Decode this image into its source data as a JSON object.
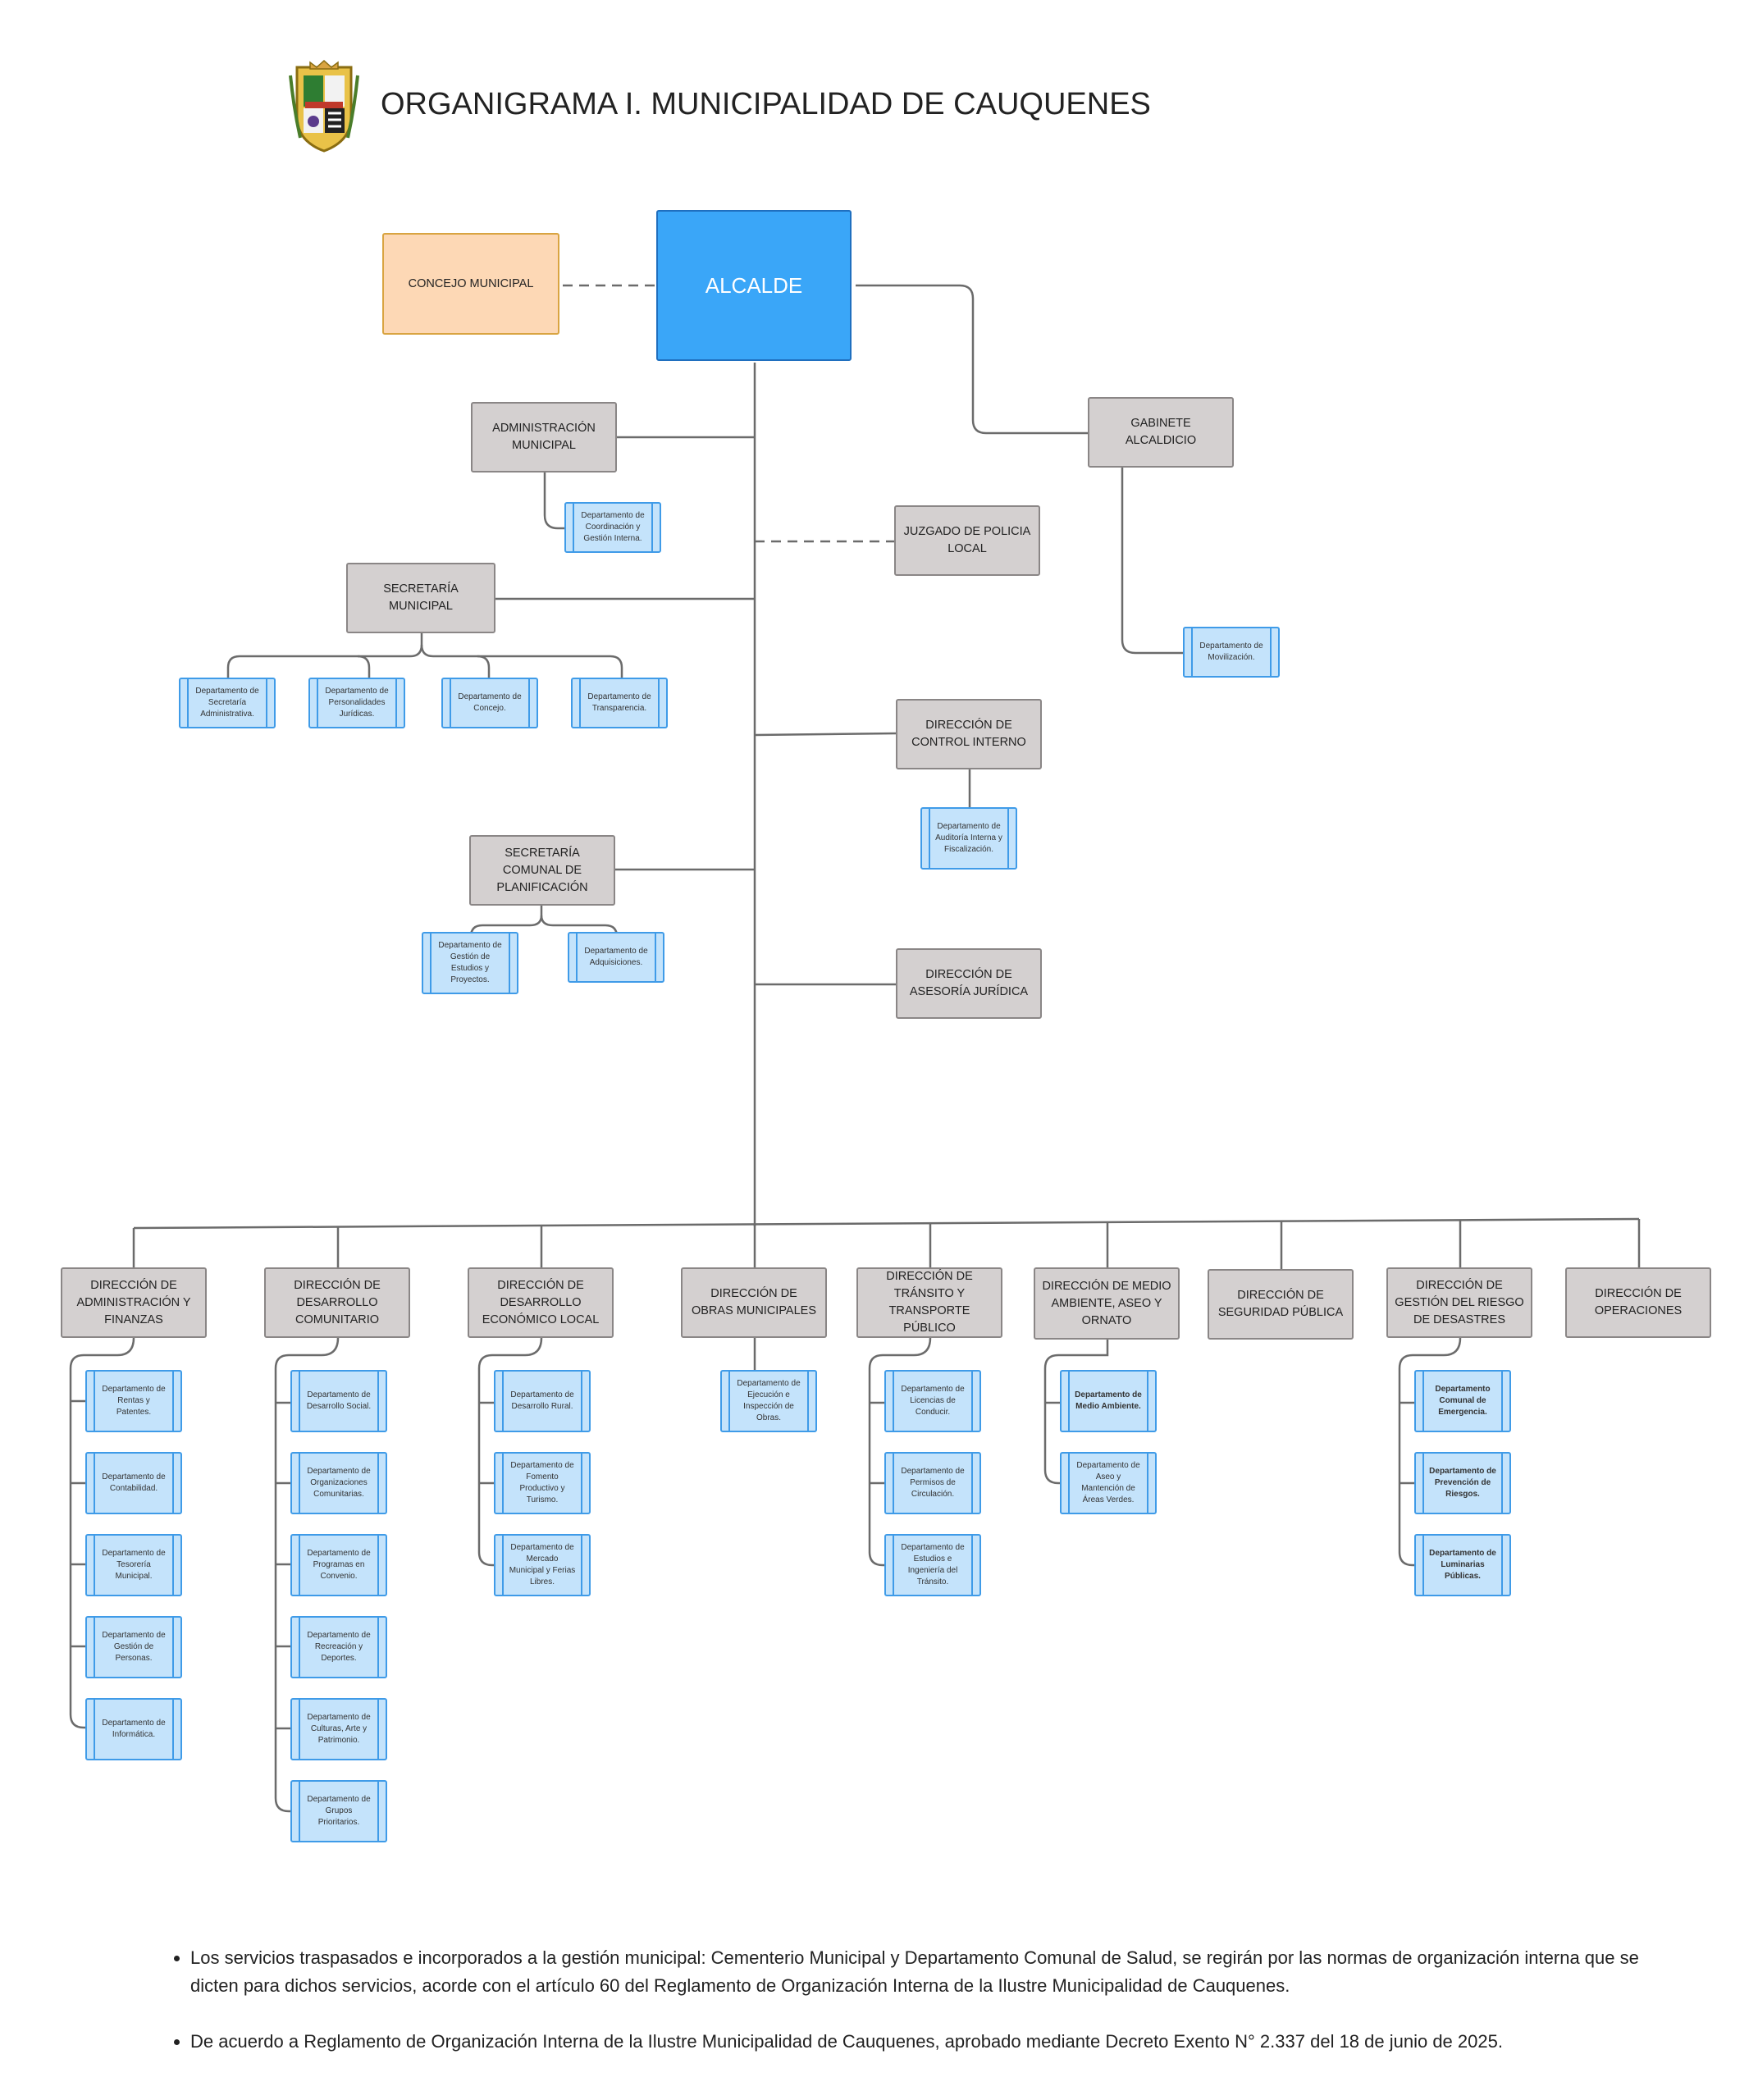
{
  "title": "ORGANIGRAMA I. MUNICIPALIDAD DE CAUQUENES",
  "logo": "crest-icon",
  "colors": {
    "alcalde": "#3aa6f8",
    "concejo": "#fdd8b5",
    "unit": "#d4d0d0",
    "department": "#c4e3fb"
  },
  "alcalde": "ALCALDE",
  "concejo": "CONCEJO MUNICIPAL",
  "gabinete": {
    "label": "GABINETE ALCALDICIO",
    "depts": [
      "Departamento de Movilización."
    ]
  },
  "administracion": {
    "label": "ADMINISTRACIÓN MUNICIPAL",
    "depts": [
      "Departamento de Coordinación y Gestión Interna."
    ]
  },
  "juzgado": "JUZGADO DE POLICIA LOCAL",
  "secretaria": {
    "label": "SECRETARÍA MUNICIPAL",
    "depts": [
      "Departamento de Secretaría Administrativa.",
      "Departamento de Personalidades Jurídicas.",
      "Departamento de Concejo.",
      "Departamento de Transparencia."
    ]
  },
  "control": {
    "label": "DIRECCIÓN DE CONTROL INTERNO",
    "depts": [
      "Departamento de Auditoría Interna y Fiscalización."
    ]
  },
  "secplan": {
    "label": "SECRETARÍA COMUNAL DE PLANIFICACIÓN",
    "depts": [
      "Departamento de Gestión de Estudios y Proyectos.",
      "Departamento de Adquisiciones."
    ]
  },
  "juridica": "DIRECCIÓN DE ASESORÍA JURÍDICA",
  "directions": [
    {
      "label": "DIRECCIÓN DE ADMINISTRACIÓN Y FINANZAS",
      "depts": [
        "Departamento de Rentas y Patentes.",
        "Departamento de Contabilidad.",
        "Departamento de Tesorería Municipal.",
        "Departamento de Gestión de Personas.",
        "Departamento de Informática."
      ]
    },
    {
      "label": "DIRECCIÓN DE DESARROLLO COMUNITARIO",
      "depts": [
        "Departamento de Desarrollo Social.",
        "Departamento de Organizaciones Comunitarias.",
        "Departamento de Programas en Convenio.",
        "Departamento de Recreación y Deportes.",
        "Departamento de Culturas, Arte y Patrimonio.",
        "Departamento de Grupos Prioritarios."
      ]
    },
    {
      "label": "DIRECCIÓN DE DESARROLLO ECONÓMICO LOCAL",
      "depts": [
        "Departamento de Desarrollo Rural.",
        "Departamento de Fomento Productivo y Turismo.",
        "Departamento de Mercado Municipal y Ferias Libres."
      ]
    },
    {
      "label": "DIRECCIÓN DE OBRAS MUNICIPALES",
      "depts": [
        "Departamento de Ejecución e Inspección de Obras."
      ]
    },
    {
      "label": "DIRECCIÓN DE TRÁNSITO Y TRANSPORTE PÚBLICO",
      "depts": [
        "Departamento de Licencias de Conducir.",
        "Departamento de Permisos de Circulación.",
        "Departamento de Estudios e Ingeniería del Tránsito."
      ]
    },
    {
      "label": "DIRECCIÓN DE MEDIO AMBIENTE, ASEO Y ORNATO",
      "depts": [
        "Departamento de Medio Ambiente.",
        "Departamento de Aseo y Mantención de Áreas Verdes."
      ]
    },
    {
      "label": "DIRECCIÓN DE SEGURIDAD PÚBLICA",
      "depts": []
    },
    {
      "label": "DIRECCIÓN DE GESTIÓN DEL RIESGO DE DESASTRES",
      "depts": [
        "Departamento Comunal de Emergencia.",
        "Departamento de Prevención de Riesgos.",
        "Departamento de Luminarias Públicas."
      ]
    },
    {
      "label": "DIRECCIÓN DE OPERACIONES",
      "depts": []
    }
  ],
  "notes": [
    "Los servicios traspasados e incorporados a la gestión municipal: Cementerio Municipal y Departamento Comunal de Salud, se regirán por las normas de organización interna que se dicten para dichos servicios, acorde con el artículo 60 del Reglamento de Organización Interna de la Ilustre Municipalidad de Cauquenes.",
    "De acuerdo a Reglamento de Organización Interna de la Ilustre Municipalidad de Cauquenes, aprobado mediante Decreto Exento N° 2.337 del 18 de junio de 2025."
  ]
}
